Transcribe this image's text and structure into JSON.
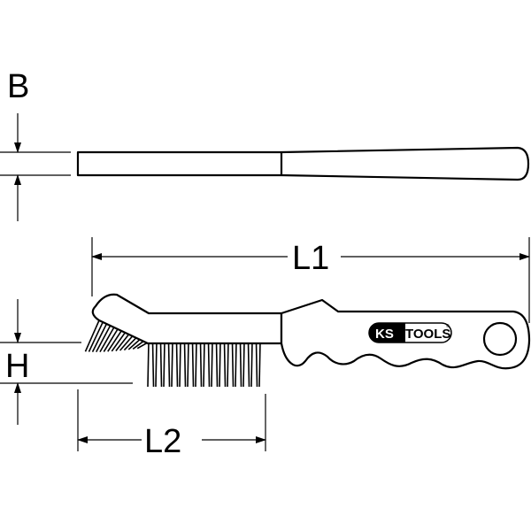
{
  "dimensions": {
    "width_label": "B",
    "length_total_label": "L1",
    "length_bristle_label": "L2",
    "height_label": "H"
  },
  "logo": {
    "brand_ks": "KS",
    "brand_tools": "TOOLS",
    "registered": "®"
  },
  "colors": {
    "line": "#000000",
    "background": "#ffffff"
  }
}
